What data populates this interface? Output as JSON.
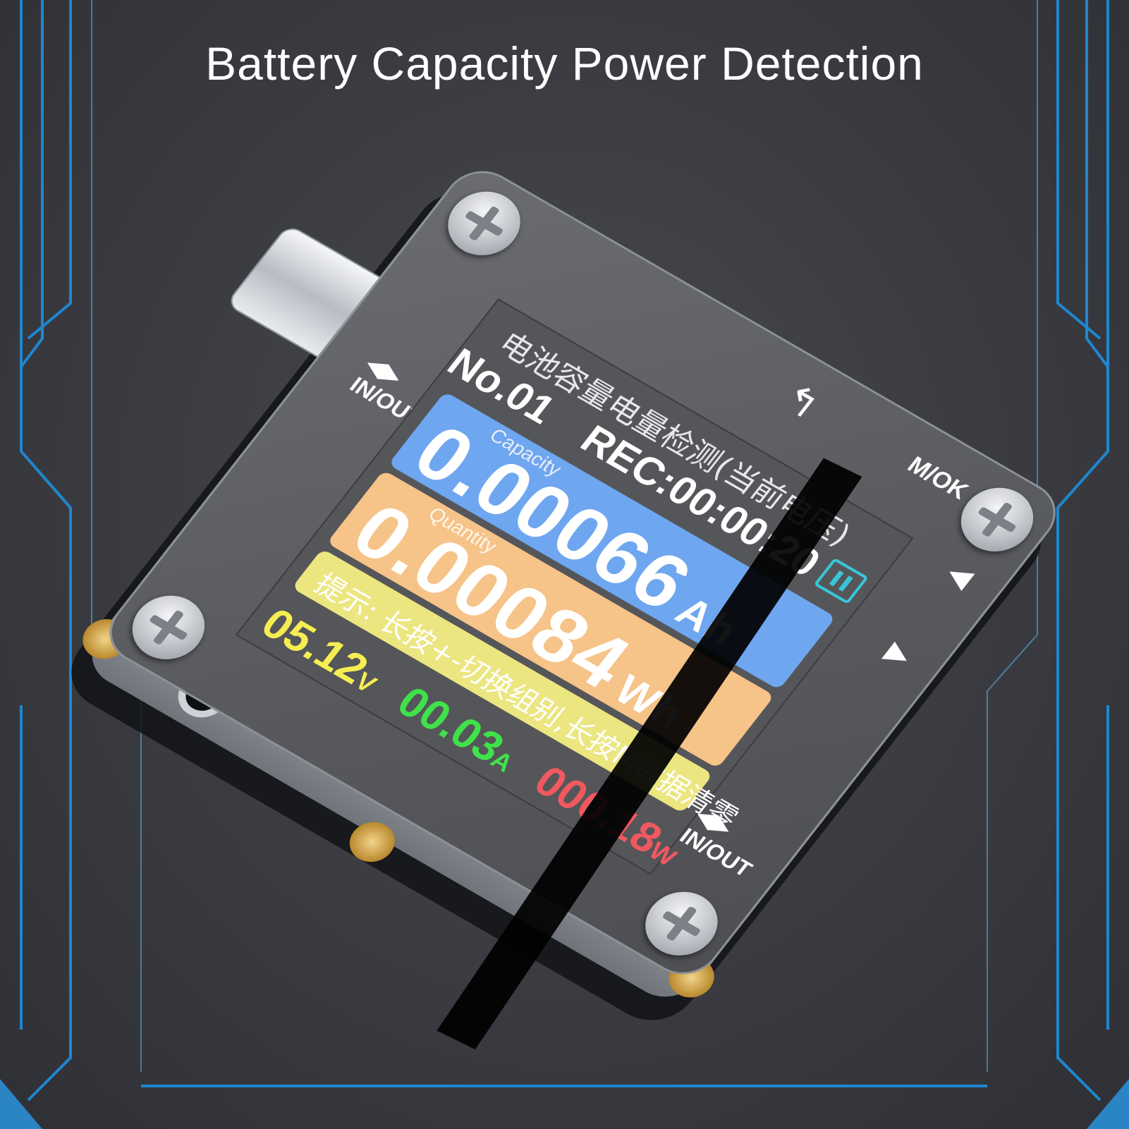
{
  "headline": "Battery Capacity Power Detection",
  "device": {
    "buttons": {
      "mok_label": "M/OK",
      "in_out_left": "IN/OUT",
      "in_out_right": "IN/OUT",
      "back_glyph": "↰",
      "arrow_up_glyph": "◀",
      "arrow_down_glyph": "▶",
      "updown_glyph": "◀▶"
    },
    "screen": {
      "mode_title": "电池容量电量检测(当前电压)",
      "group": "No.01",
      "rec": "REC:00:00:20",
      "capacity": {
        "label": "Capacity",
        "value": "0.00066",
        "unit": "Ah"
      },
      "quantity": {
        "label": "Quantity",
        "value": "0.00084",
        "unit": "Wh"
      },
      "tip": "提示: 长按+-切换组别,长按M数据清零",
      "voltage": {
        "value": "05.12",
        "unit": "V"
      },
      "current": {
        "value": "00.03",
        "unit": "A"
      },
      "power": {
        "value": "000.18",
        "unit": "W"
      }
    }
  },
  "colors": {
    "capacity_band": "#6ea6f0",
    "quantity_band": "#f6c388",
    "tip_band": "#ece681",
    "voltage": "#f5ee52",
    "current": "#3fe24a",
    "power": "#f0595f",
    "accent_frame": "#1d8fe0"
  }
}
